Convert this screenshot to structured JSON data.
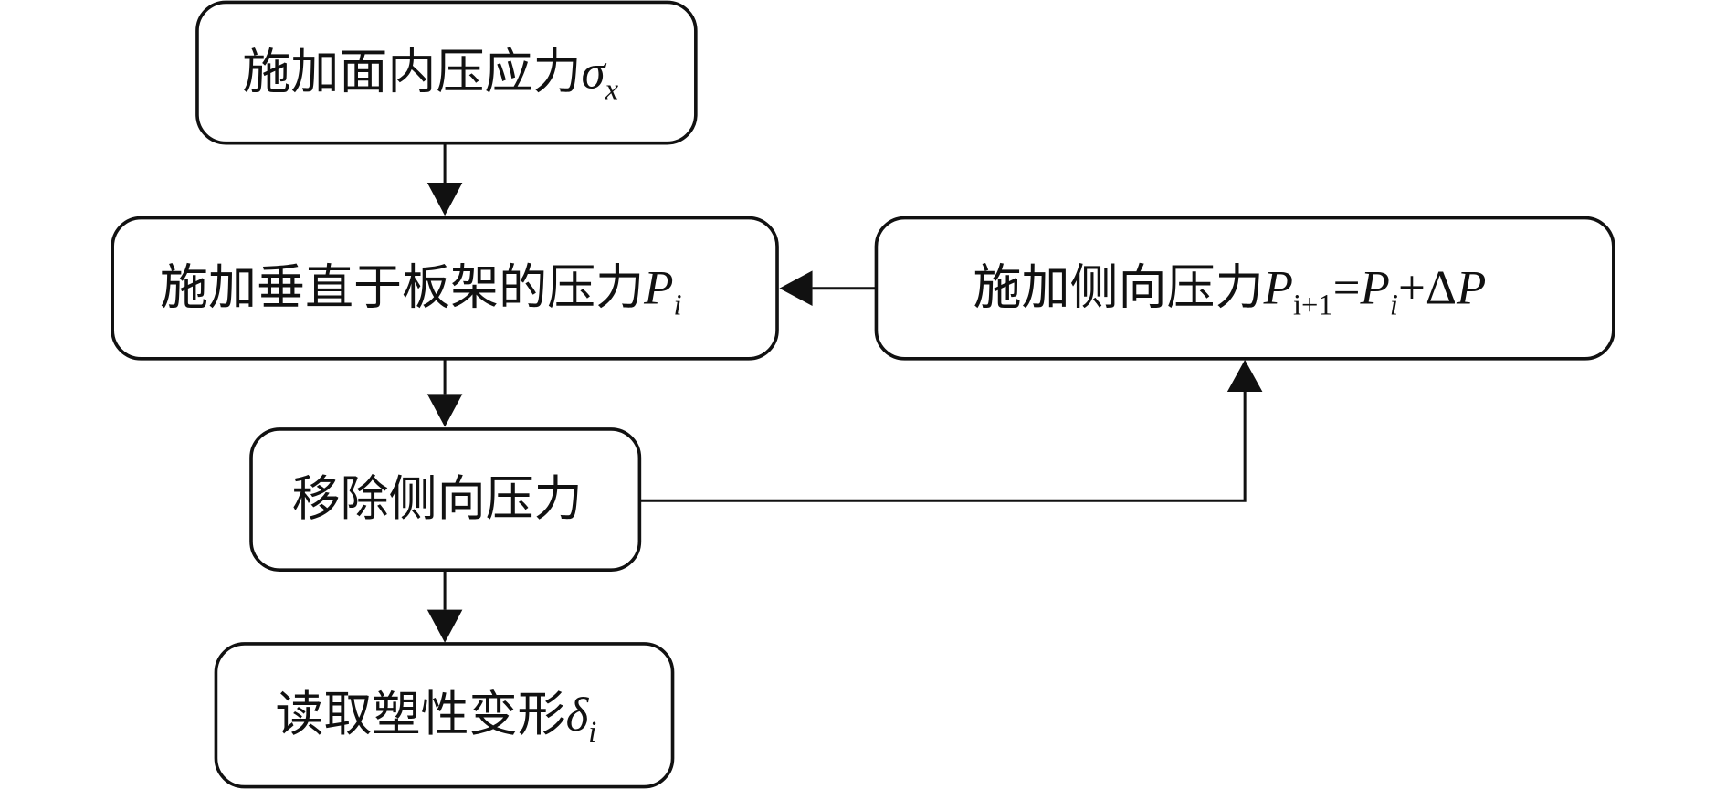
{
  "nodes": {
    "apply_inplane": {
      "text": "施加面内压应力",
      "symbol": "σ",
      "subscript": "x"
    },
    "apply_normal": {
      "text": "施加垂直于板架的压力",
      "symbol": "P",
      "subscript": "i"
    },
    "apply_lateral": {
      "text": "施加侧向压力",
      "lhs_symbol": "P",
      "lhs_subscript": "i+1",
      "equals": "=",
      "rhs_symbol": "P",
      "rhs_subscript": "i",
      "plus": "+",
      "delta": "Δ",
      "delta_symbol": "P"
    },
    "remove_lateral": {
      "text": "移除侧向压力"
    },
    "read_deformation": {
      "text": "读取塑性变形",
      "symbol": "δ",
      "subscript": "i"
    }
  },
  "edges": [
    {
      "from": "apply_inplane",
      "to": "apply_normal"
    },
    {
      "from": "apply_normal",
      "to": "remove_lateral"
    },
    {
      "from": "remove_lateral",
      "to": "read_deformation"
    },
    {
      "from": "remove_lateral",
      "to": "apply_lateral"
    },
    {
      "from": "apply_lateral",
      "to": "apply_normal"
    }
  ]
}
